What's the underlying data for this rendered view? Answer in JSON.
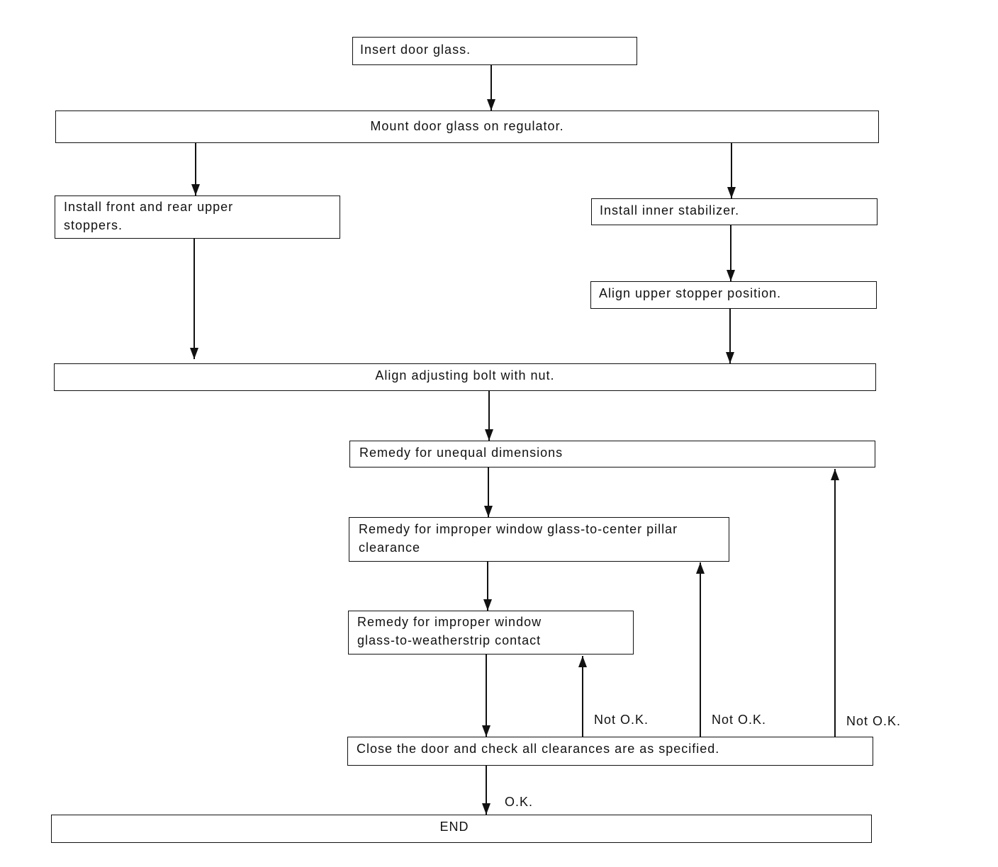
{
  "steps": {
    "insert": "Insert door glass.",
    "mount": "Mount door glass on regulator.",
    "stoppers": "Install front and rear upper stoppers.",
    "stabilizer": "Install inner stabilizer.",
    "align_stopper": "Align upper stopper position.",
    "align_bolt": "Align adjusting bolt with nut.",
    "remedy_dimensions": "Remedy for unequal dimensions",
    "remedy_pillar": "Remedy for improper window glass-to-center pillar clearance",
    "remedy_weatherstrip": "Remedy for improper window glass-to-weatherstrip contact",
    "check": "Close the door and check all clearances are as specified.",
    "end": "END"
  },
  "labels": {
    "not_ok_1": "Not O.K.",
    "not_ok_2": "Not O.K.",
    "not_ok_3": "Not O.K.",
    "ok": "O.K."
  }
}
